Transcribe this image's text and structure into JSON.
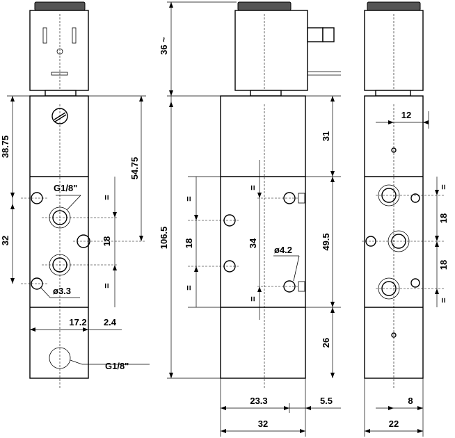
{
  "dimensions": {
    "d_38_75": "38.75",
    "d_32_left": "32",
    "d_54_75": "54.75",
    "d_18_left": "18",
    "d_17_2": "17.2",
    "d_2_4": "2.4",
    "d_36": "36 ~",
    "d_106_5": "106.5",
    "d_18_mid": "18",
    "d_34": "34",
    "d_31": "31",
    "d_49_5": "49.5",
    "d_26": "26",
    "d_23_3": "23.3",
    "d_5_5": "5.5",
    "d_32_bottom": "32",
    "d_12": "12",
    "d_18_right_top": "18",
    "d_18_right_bot": "18",
    "d_8": "8",
    "d_22": "22"
  },
  "callouts": {
    "thread_top": "G1/8\"",
    "thread_bottom": "G1/8\"",
    "hole_3_3": "ø3.3",
    "hole_4_2": "ø4.2"
  },
  "symmetry_mark": "="
}
